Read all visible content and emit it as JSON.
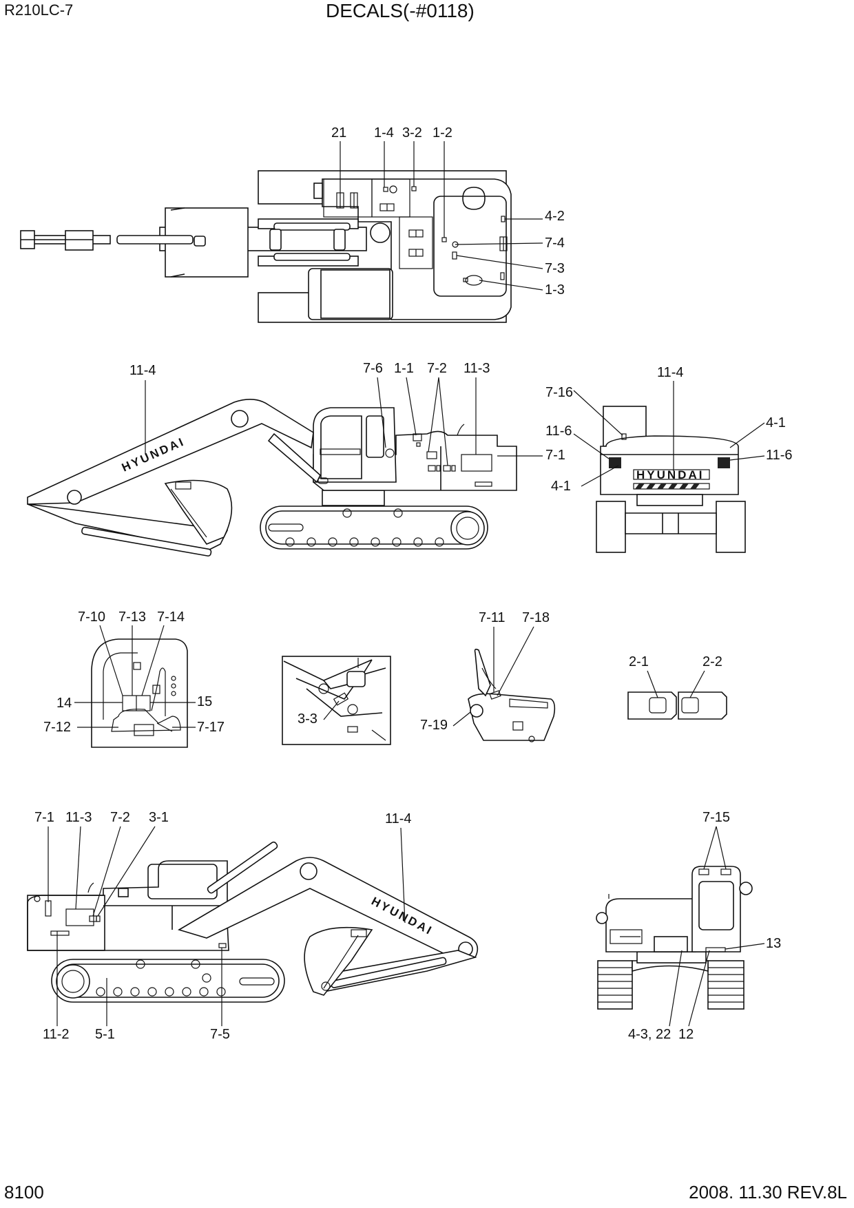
{
  "header": {
    "model": "R210LC-7",
    "title": "DECALS(-#0118)"
  },
  "footer": {
    "page_number": "8100",
    "revision": "2008. 11.30  REV.8L"
  },
  "brand": "HYUNDAI",
  "views": {
    "top_view": {
      "callouts": [
        "21",
        "1-4",
        "3-2",
        "1-2",
        "4-2",
        "7-4",
        "7-3",
        "1-3"
      ]
    },
    "left_side_view": {
      "callouts": [
        "11-4",
        "7-6",
        "1-1",
        "7-2",
        "11-3",
        "7-1"
      ]
    },
    "rear_view": {
      "callouts": [
        "7-16",
        "11-4",
        "4-1",
        "11-6",
        "11-6",
        "4-1"
      ]
    },
    "cab_interior_view": {
      "callouts": [
        "7-10",
        "7-13",
        "7-14",
        "14",
        "15",
        "7-12",
        "7-17"
      ]
    },
    "boom_detail_view": {
      "callouts": [
        "3-3"
      ]
    },
    "control_lever_view": {
      "callouts": [
        "7-11",
        "7-18",
        "7-19"
      ]
    },
    "lamp_view": {
      "callouts": [
        "2-1",
        "2-2"
      ]
    },
    "right_side_view": {
      "callouts": [
        "7-1",
        "11-3",
        "7-2",
        "3-1",
        "11-4",
        "11-2",
        "5-1",
        "7-5"
      ]
    },
    "front_view": {
      "callouts": [
        "7-15",
        "13",
        "4-3, 22",
        "12"
      ]
    }
  }
}
